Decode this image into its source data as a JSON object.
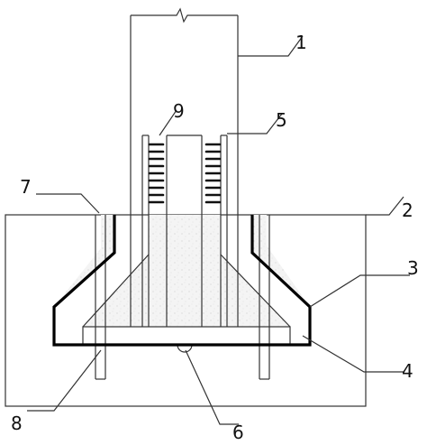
{
  "labels": {
    "l1": "1",
    "l2": "2",
    "l3": "3",
    "l4": "4",
    "l5": "5",
    "l6": "6",
    "l7": "7",
    "l8": "8",
    "l9": "9"
  },
  "colors": {
    "line": "#222222",
    "fill_concrete": "#f1f1f1",
    "background": "#ffffff"
  }
}
